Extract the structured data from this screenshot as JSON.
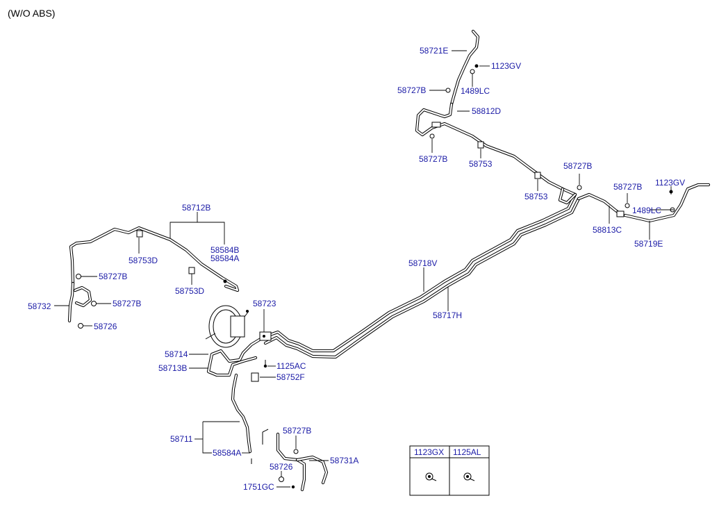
{
  "header": {
    "variant": "(W/O ABS)"
  },
  "labels": {
    "p58721E": "58721E",
    "p1123GV_top": "1123GV",
    "p58727B_a": "58727B",
    "p1489LC_top": "1489LC",
    "p58812D": "58812D",
    "p58727B_b": "58727B",
    "p58753_a": "58753",
    "p58753_b": "58753",
    "p58727B_c": "58727B",
    "p1123GV_right": "1123GV",
    "p58727B_d": "58727B",
    "p1489LC_right": "1489LC",
    "p58813C": "58813C",
    "p58719E": "58719E",
    "p58712B": "58712B",
    "p58753D_a": "58753D",
    "p58584B": "58584B",
    "p58584A": "58584A",
    "p58753D_b": "58753D",
    "p58727B_e": "58727B",
    "p58727B_f": "58727B",
    "p58732": "58732",
    "p58726_a": "58726",
    "p58718V": "58718V",
    "p58717H": "58717H",
    "p58723": "58723",
    "p58714": "58714",
    "p58713B": "58713B",
    "p1125AC": "1125AC",
    "p58752F": "58752F",
    "p58711": "58711",
    "p58584A_b": "58584A",
    "p58727B_g": "58727B",
    "p58731A": "58731A",
    "p58726_b": "58726",
    "p1751GC": "1751GC"
  },
  "fastener_table": {
    "columns": [
      "1123GX",
      "1125AL"
    ]
  }
}
